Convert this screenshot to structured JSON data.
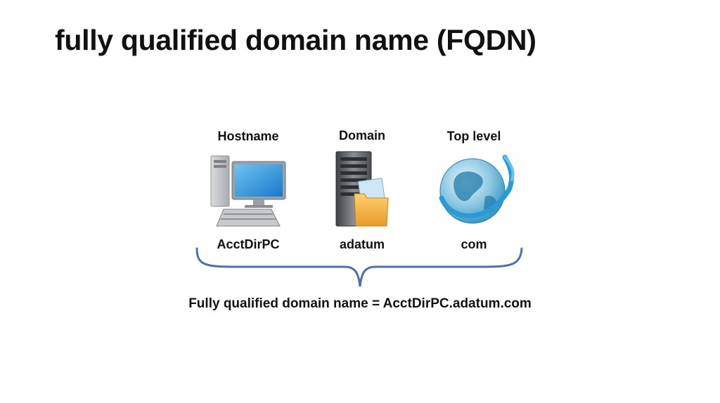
{
  "title": "fully qualified domain name (FQDN)",
  "columns": [
    {
      "header": "Hostname",
      "value": "AcctDirPC",
      "icon": "desktop-computer-icon"
    },
    {
      "header": "Domain",
      "value": "adatum",
      "icon": "server-folder-icon"
    },
    {
      "header": "Top level",
      "value": "com",
      "icon": "globe-icon"
    }
  ],
  "result": "Fully qualified domain name = AcctDirPC.adatum.com",
  "colors": {
    "brace": "#4a72a8",
    "globe": "#2e8fbf",
    "screen": "#1e88d8",
    "folder": "#f0a93c"
  }
}
